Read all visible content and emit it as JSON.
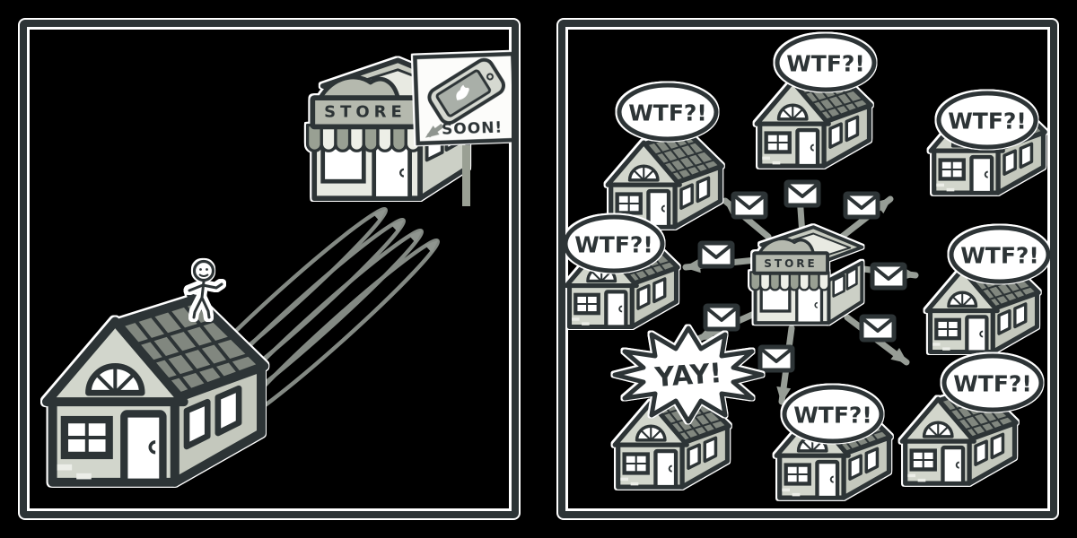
{
  "colors": {
    "background": "#000000",
    "ink": "#2d3436",
    "frame_edge": "#ffffff",
    "paper": "#ffffff",
    "wall": "#d2d6cc",
    "roof": "#81877f",
    "arrow": "#979d96"
  },
  "left_panel": {
    "store_sign_label": "STORE",
    "soon_sign": {
      "label": "SOON!",
      "icon": "smartphone-with-bird-icon",
      "pointer": "down-left-arrow-icon"
    },
    "icons": [
      "house-icon",
      "stick-person-icon",
      "repeat-trip-loop-arrows-icon",
      "storefront-icon"
    ],
    "loop_arrow_count": 4
  },
  "right_panel": {
    "store_sign_label": "STORE",
    "envelope_icon": "envelope-icon",
    "envelope_count": 8,
    "reactions": [
      {
        "house": "top-left",
        "bubble": "WTF?!"
      },
      {
        "house": "top",
        "bubble": "WTF?!"
      },
      {
        "house": "top-right",
        "bubble": "WTF?!"
      },
      {
        "house": "mid-left",
        "bubble": "WTF?!"
      },
      {
        "house": "mid-right",
        "bubble": "WTF?!"
      },
      {
        "house": "bottom-left",
        "bubble": "YAY!"
      },
      {
        "house": "bottom-center",
        "bubble": "WTF?!"
      },
      {
        "house": "bottom-right",
        "bubble": "WTF?!"
      }
    ]
  }
}
